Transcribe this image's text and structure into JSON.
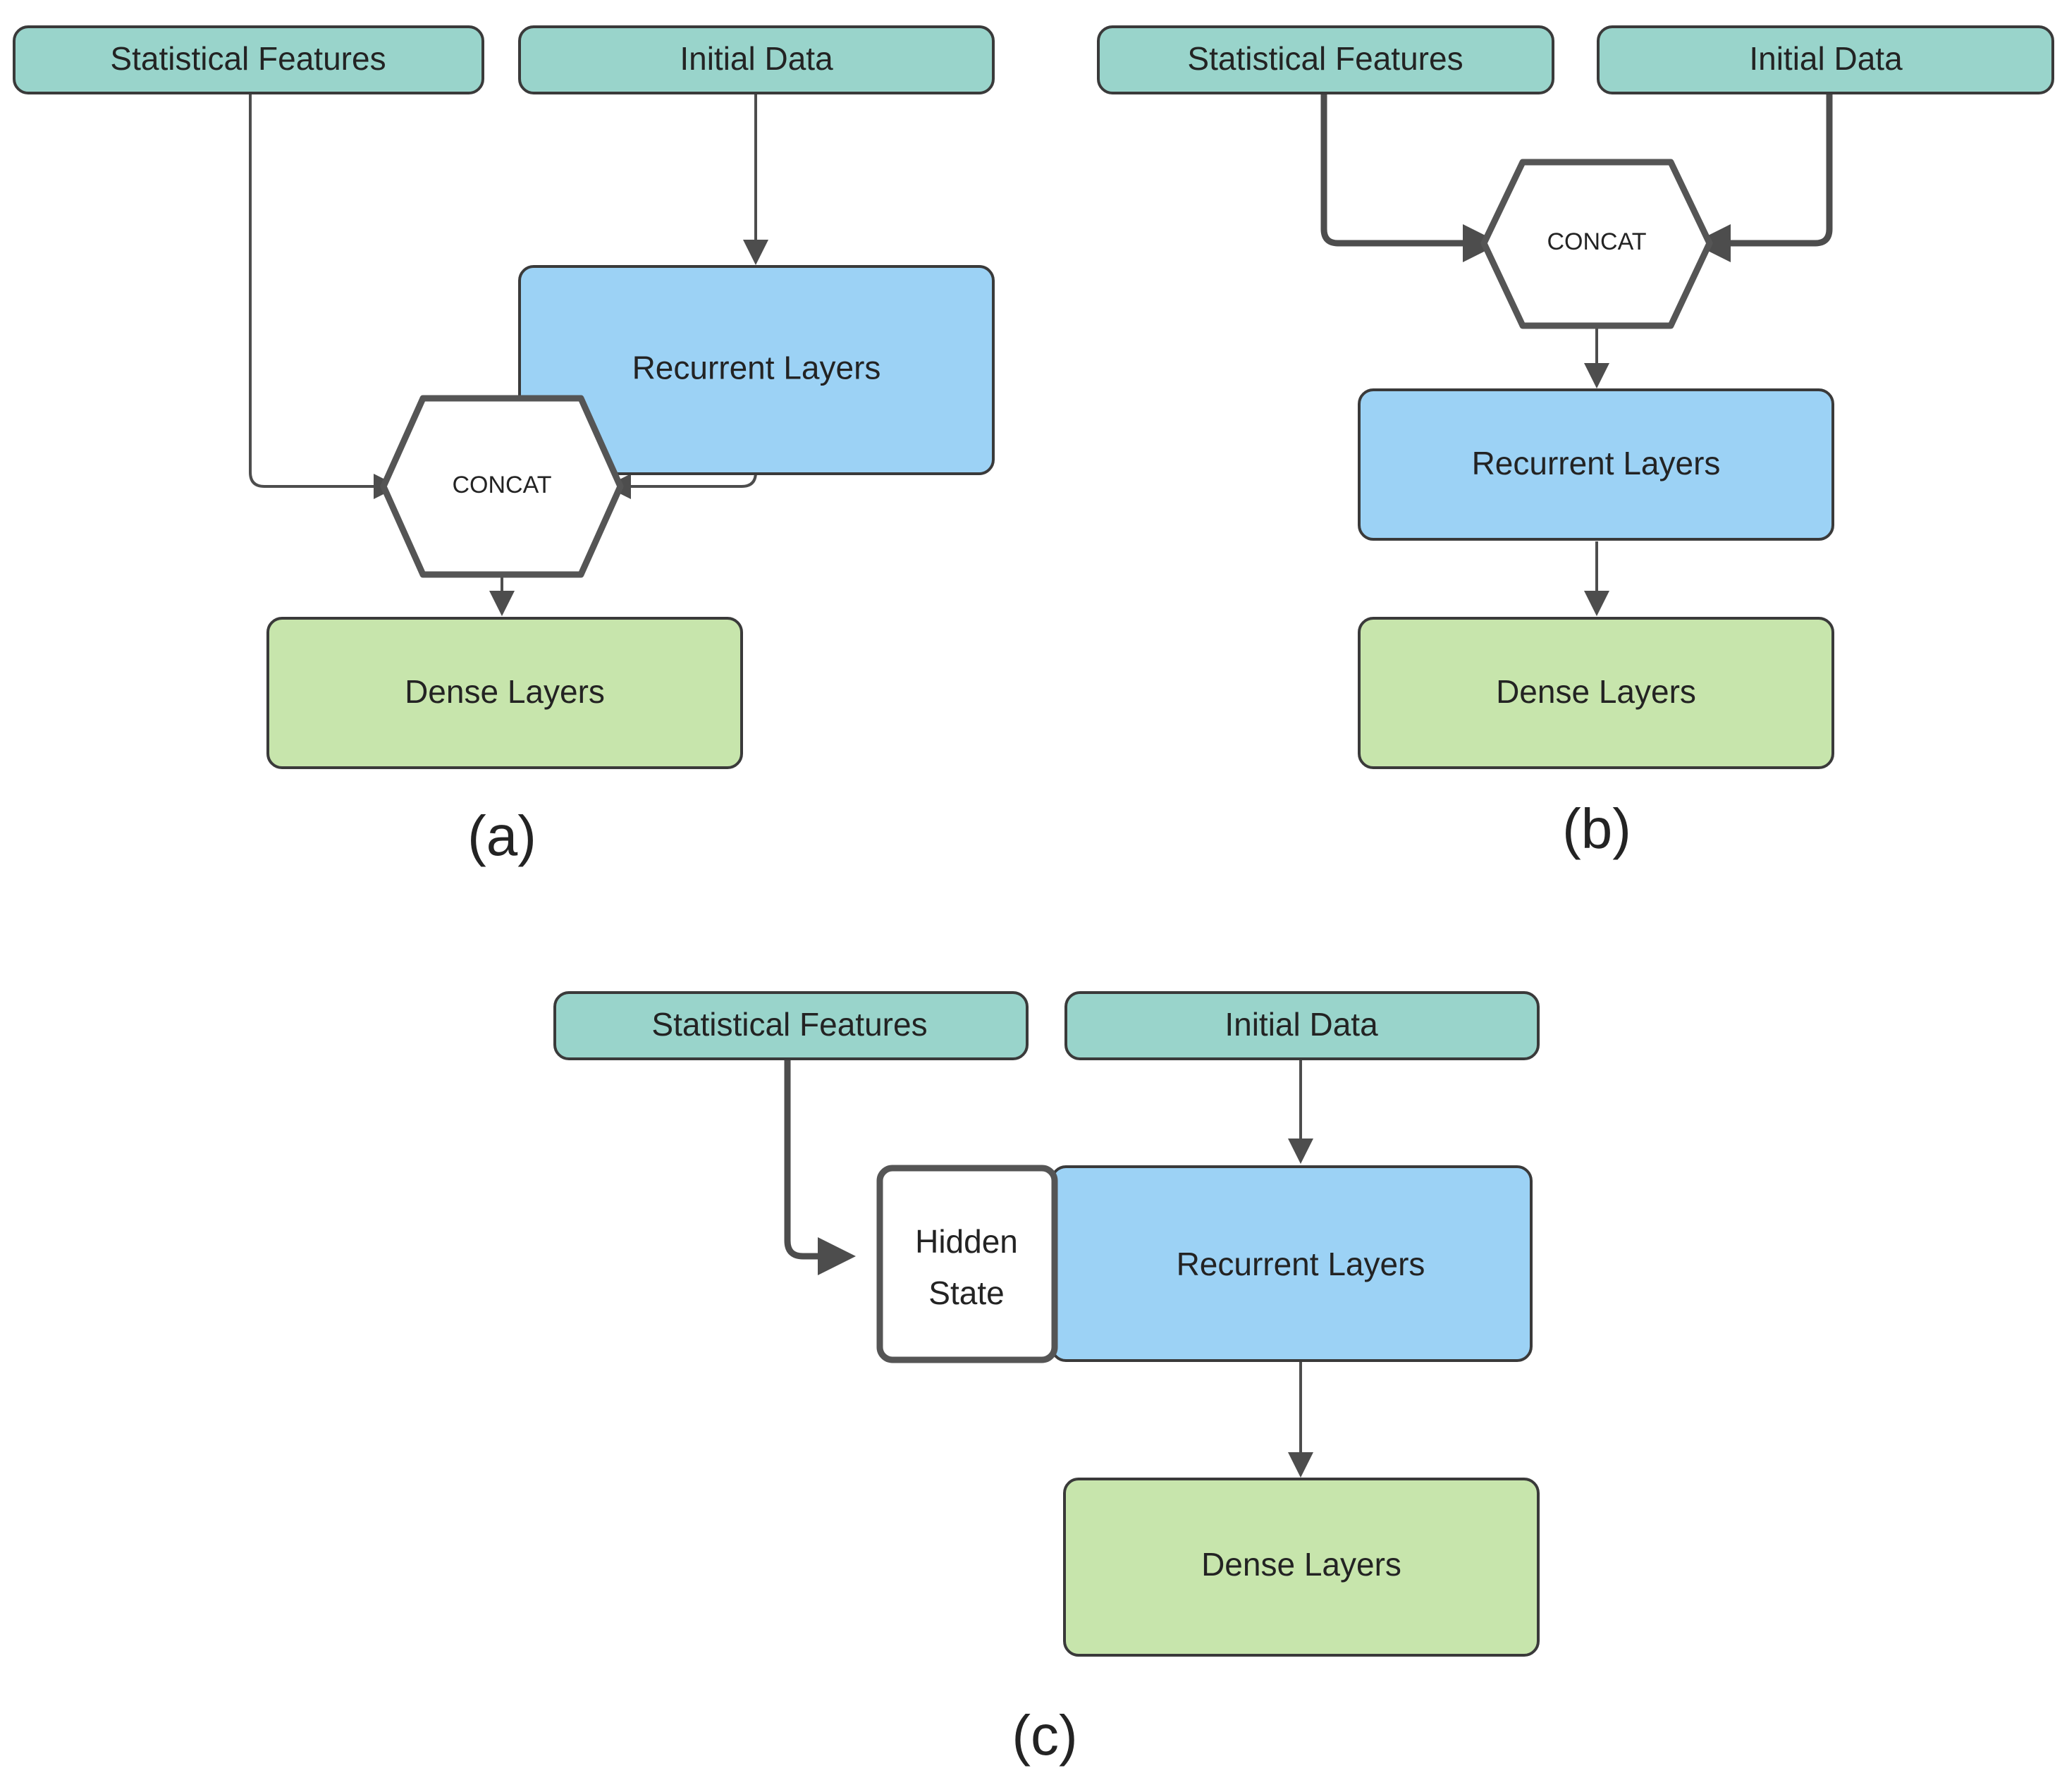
{
  "figure": {
    "type": "diagram",
    "description": "Three neural network architecture variants combining statistical features with sequential data",
    "background": "#ffffff"
  },
  "palette": {
    "input_fill": "#99D4CB",
    "recurrent_fill": "#9CD2F5",
    "dense_fill": "#C7E5AC",
    "neutral_fill": "#ffffff",
    "node_stroke": "#3a3a3a",
    "heavy_stroke": "#555555",
    "edge_stroke": "#4d4d4d",
    "text_color": "#232323"
  },
  "panels": [
    {
      "id": "panel-a",
      "caption": "(a)",
      "nodes": [
        {
          "id": "a-stat",
          "label": "Statistical Features",
          "kind": "input"
        },
        {
          "id": "a-init",
          "label": "Initial Data",
          "kind": "input"
        },
        {
          "id": "a-rnn",
          "label": "Recurrent Layers",
          "kind": "recurrent"
        },
        {
          "id": "a-concat",
          "label": "CONCAT",
          "kind": "merge"
        },
        {
          "id": "a-dense",
          "label": "Dense Layers",
          "kind": "dense"
        }
      ],
      "edges": [
        {
          "from": "a-stat",
          "to": "a-concat"
        },
        {
          "from": "a-init",
          "to": "a-rnn"
        },
        {
          "from": "a-rnn",
          "to": "a-concat"
        },
        {
          "from": "a-concat",
          "to": "a-dense"
        }
      ]
    },
    {
      "id": "panel-b",
      "caption": "(b)",
      "nodes": [
        {
          "id": "b-stat",
          "label": "Statistical Features",
          "kind": "input"
        },
        {
          "id": "b-init",
          "label": "Initial Data",
          "kind": "input"
        },
        {
          "id": "b-concat",
          "label": "CONCAT",
          "kind": "merge"
        },
        {
          "id": "b-rnn",
          "label": "Recurrent Layers",
          "kind": "recurrent"
        },
        {
          "id": "b-dense",
          "label": "Dense Layers",
          "kind": "dense"
        }
      ],
      "edges": [
        {
          "from": "b-stat",
          "to": "b-concat"
        },
        {
          "from": "b-init",
          "to": "b-concat"
        },
        {
          "from": "b-concat",
          "to": "b-rnn"
        },
        {
          "from": "b-rnn",
          "to": "b-dense"
        }
      ]
    },
    {
      "id": "panel-c",
      "caption": "(c)",
      "nodes": [
        {
          "id": "c-stat",
          "label": "Statistical Features",
          "kind": "input"
        },
        {
          "id": "c-init",
          "label": "Initial Data",
          "kind": "input"
        },
        {
          "id": "c-hidden",
          "label_line1": "Hidden",
          "label_line2": "State",
          "kind": "hidden-state"
        },
        {
          "id": "c-rnn",
          "label": "Recurrent Layers",
          "kind": "recurrent"
        },
        {
          "id": "c-dense",
          "label": "Dense Layers",
          "kind": "dense"
        }
      ],
      "edges": [
        {
          "from": "c-stat",
          "to": "c-hidden"
        },
        {
          "from": "c-init",
          "to": "c-rnn"
        },
        {
          "from": "c-rnn",
          "to": "c-dense"
        }
      ]
    }
  ],
  "labels": {
    "stat_features": "Statistical Features",
    "initial_data": "Initial Data",
    "recurrent_layers": "Recurrent Layers",
    "dense_layers": "Dense Layers",
    "concat": "CONCAT",
    "hidden_line1": "Hidden",
    "hidden_line2": "State",
    "caption_a": "(a)",
    "caption_b": "(b)",
    "caption_c": "(c)"
  }
}
